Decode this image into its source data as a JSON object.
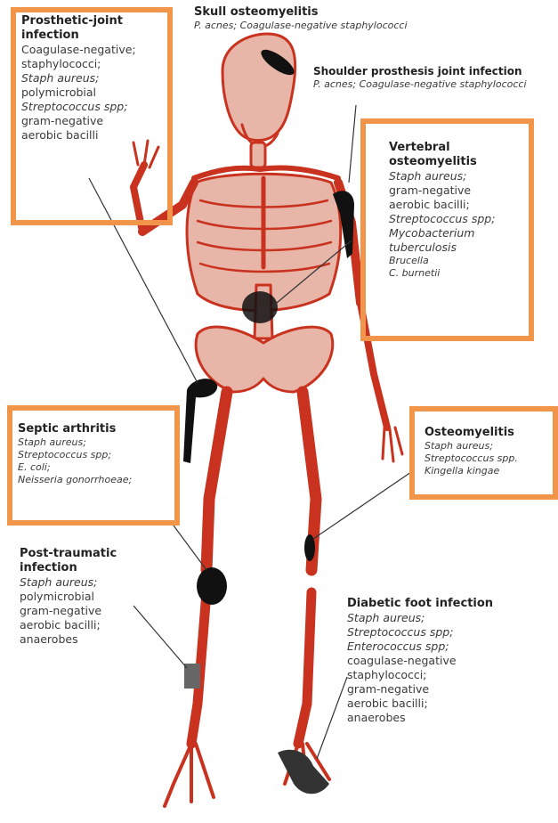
{
  "colors": {
    "frame": "#f0954a",
    "bone": "#c8321e",
    "lesion": "#111111",
    "leader": "#333333",
    "text": "#3a3a3a"
  },
  "labels": {
    "skull": {
      "title": "Skull osteomyelitis",
      "lines": [
        "P. acnes; Coagulase-negative staphylococci"
      ]
    },
    "shoulder": {
      "title": "Shoulder prosthesis joint infection",
      "lines": [
        "P. acnes; Coagulase-negative staphylococci"
      ]
    },
    "prosthetic": {
      "title_lines": [
        "Prosthetic-joint",
        "infection"
      ],
      "lines": [
        "Coagulase-negative;",
        "staphylococci;",
        "Staph aureus;",
        "polymicrobial",
        "Streptococcus spp;",
        "gram-negative",
        "aerobic bacilli"
      ]
    },
    "vertebral": {
      "title_lines": [
        "Vertebral",
        "osteomyelitis"
      ],
      "lines": [
        "Staph aureus;",
        "gram-negative",
        "aerobic bacilli;",
        "Streptococcus spp;",
        "Mycobacterium",
        "tuberculosis",
        "Brucella",
        "C. burnetii"
      ]
    },
    "septic": {
      "title": "Septic arthritis",
      "lines": [
        "Staph aureus;",
        "Streptococcus spp;",
        "E. coli;",
        "Neisseria gonorrhoeae;"
      ]
    },
    "osteomyelitis": {
      "title": "Osteomyelitis",
      "lines": [
        "Staph aureus;",
        "Streptococcus spp.",
        "Kingella kingae"
      ]
    },
    "posttraumatic": {
      "title_lines": [
        "Post-traumatic",
        "infection"
      ],
      "lines": [
        "Staph aureus;",
        "polymicrobial",
        "gram-negative",
        "aerobic bacilli;",
        "anaerobes"
      ]
    },
    "diabetic": {
      "title": "Diabetic foot infection",
      "lines": [
        "Staph aureus;",
        "Streptococcus spp;",
        "Enterococcus spp;",
        "coagulase-negative",
        "staphylococci;",
        "gram-negative",
        "aerobic bacilli;",
        "anaerobes"
      ]
    }
  }
}
